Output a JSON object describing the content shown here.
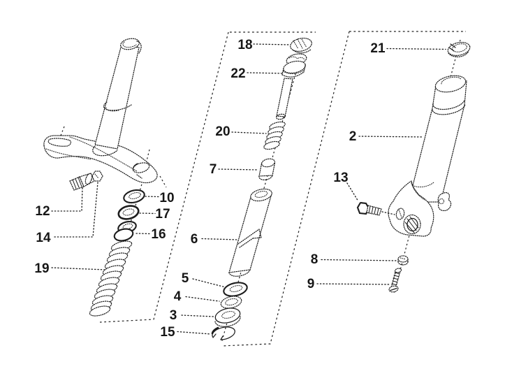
{
  "diagram": {
    "type": "exploded-parts-diagram",
    "subject": "front fork and steering column assembly",
    "background": "#ffffff",
    "ink_color": "#1c1c1c",
    "part_labels": {
      "2": {
        "number": "2",
        "shape": "fork-outer-tube"
      },
      "3": {
        "number": "3",
        "shape": "seal-ring"
      },
      "4": {
        "number": "4",
        "shape": "flat-ring"
      },
      "5": {
        "number": "5",
        "shape": "knurled-washer"
      },
      "6": {
        "number": "6",
        "shape": "inner-tube"
      },
      "7": {
        "number": "7",
        "shape": "bushing"
      },
      "8": {
        "number": "8",
        "shape": "nut"
      },
      "9": {
        "number": "9",
        "shape": "screw"
      },
      "10": {
        "number": "10",
        "shape": "ring"
      },
      "12": {
        "number": "12",
        "shape": "screw"
      },
      "13": {
        "number": "13",
        "shape": "hex-bolt"
      },
      "14": {
        "number": "14",
        "shape": "bolt"
      },
      "15": {
        "number": "15",
        "shape": "snap-ring"
      },
      "16": {
        "number": "16",
        "shape": "knurled-nut"
      },
      "17": {
        "number": "17",
        "shape": "o-ring"
      },
      "18": {
        "number": "18",
        "shape": "top-cap"
      },
      "19": {
        "number": "19",
        "shape": "coil-spring"
      },
      "20": {
        "number": "20",
        "shape": "coil-spring"
      },
      "21": {
        "number": "21",
        "shape": "clamp-collar"
      },
      "22": {
        "number": "22",
        "shape": "valve-assembly"
      }
    }
  }
}
